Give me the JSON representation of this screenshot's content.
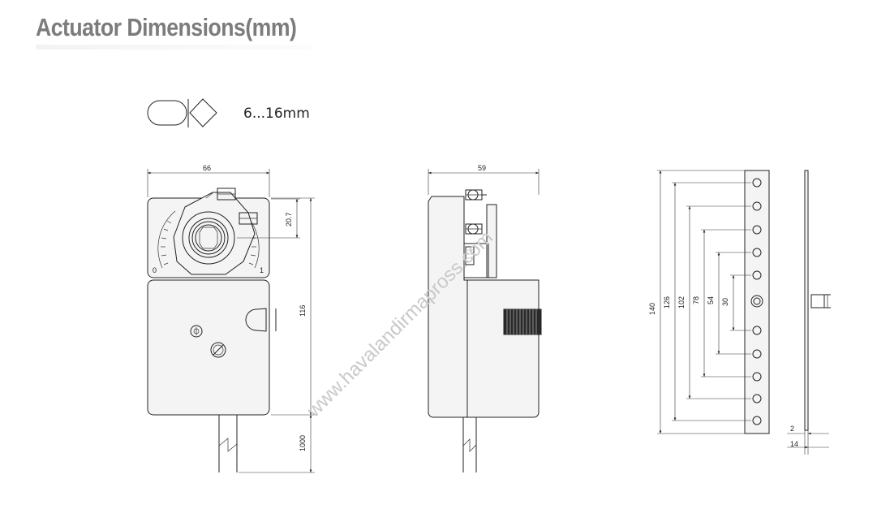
{
  "page": {
    "title": "Actuator Dimensions(mm)"
  },
  "shaft": {
    "label": "6...16mm"
  },
  "front_view": {
    "width_label": "66",
    "height_label": "116",
    "offset_label": "20.7",
    "cable_label": "1000",
    "scale_min": "0",
    "scale_max": "1"
  },
  "side_view": {
    "width_label": "59"
  },
  "rail": {
    "labels": [
      "140",
      "126",
      "102",
      "78",
      "54",
      "30"
    ],
    "thickness_label": "2",
    "depth_label": "14"
  },
  "watermark": {
    "text": "www.havalandirmapross.com"
  }
}
